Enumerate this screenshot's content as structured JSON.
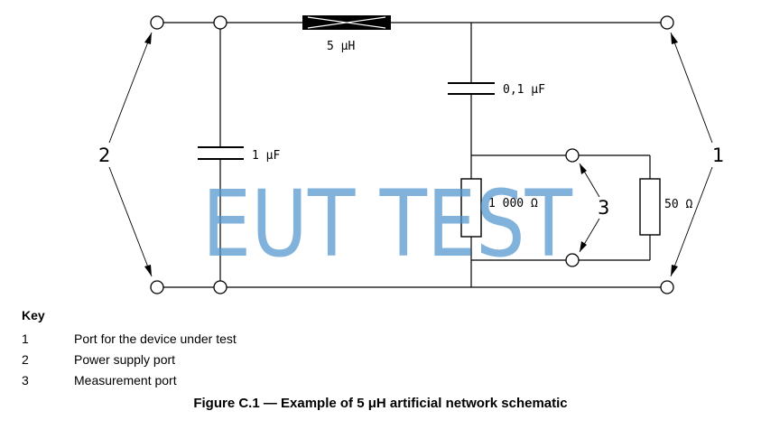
{
  "schematic": {
    "inductor_label": "5 μH",
    "cap_series_label": "0,1 μF",
    "cap_shunt_label": "1 μF",
    "resistor_measure_label": "1 000 Ω",
    "resistor_load_label": "50 Ω",
    "port_left_number": "2",
    "port_right_number": "1",
    "port_measure_number": "3"
  },
  "watermark": "EUT TEST",
  "key": {
    "title": "Key",
    "items": [
      {
        "number": "1",
        "text": "Port for the device under test"
      },
      {
        "number": "2",
        "text": "Power supply port"
      },
      {
        "number": "3",
        "text": "Measurement port"
      }
    ]
  },
  "caption": "Figure C.1 — Example of 5 μH artificial network schematic"
}
